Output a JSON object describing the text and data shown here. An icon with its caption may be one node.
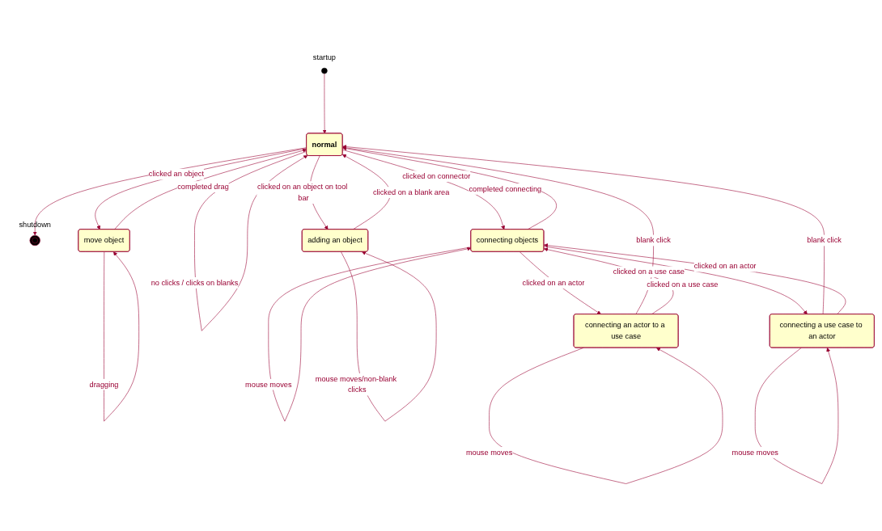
{
  "diagram": {
    "nodes": [
      {
        "text": [],
        "shape": "circle",
        "beside": [
          "startup"
        ]
      },
      {
        "text": [],
        "shape": "circle",
        "beside": [
          "shutdown"
        ]
      },
      {
        "text": [
          "move object"
        ]
      },
      {
        "text": [
          "normal"
        ]
      },
      {
        "text": [
          "connecting objects"
        ]
      },
      {
        "text": [
          "adding an object"
        ]
      },
      {
        "text": [
          "connecting an actor to a use case"
        ]
      },
      {
        "text": [
          "connecting a use case to an actor"
        ]
      }
    ],
    "edges": [
      {
        "from": 0,
        "to": 3,
        "arrow": "to"
      },
      {
        "from": 3,
        "to": 1,
        "arrow": "to"
      },
      {
        "from": 3,
        "to": 3,
        "arrow": "to",
        "label": "no clicks / clicks on blanks"
      },
      {
        "from": 2,
        "to": 2,
        "arrow": "to",
        "label": "dragging"
      },
      {
        "from": 3,
        "to": 2,
        "arrow": "to",
        "label": "clicked an object"
      },
      {
        "from": 2,
        "to": 3,
        "arrow": "to",
        "label": "completed drag"
      },
      {
        "from": 3,
        "to": 4,
        "arrow": "to",
        "label": "clicked on connector"
      },
      {
        "from": 4,
        "to": 3,
        "arrow": "to",
        "label": "completed connecting"
      },
      {
        "from": 4,
        "to": 4,
        "arrow": "to",
        "label": "mouse moves"
      },
      {
        "from": 5,
        "to": 5,
        "arrow": "to",
        "label": "mouse moves/non-blank clicks"
      },
      {
        "from": 3,
        "to": 5,
        "arrow": "to",
        "label": "clicked on an object on tool bar"
      },
      {
        "from": 5,
        "to": 3,
        "arrow": "to",
        "label": "clicked on a blank area"
      },
      {
        "from": 6,
        "to": 6,
        "arrow": "to",
        "label": "mouse moves"
      },
      {
        "from": 6,
        "to": 3,
        "arrow": "to",
        "label": "blank click"
      },
      {
        "from": 7,
        "to": 7,
        "arrow": "to",
        "label": "mouse moves"
      },
      {
        "from": 7,
        "to": 3,
        "arrow": "to",
        "label": "blank click"
      },
      {
        "from": 4,
        "to": 6,
        "arrow": "to",
        "label": "clicked on an actor"
      },
      {
        "from": 6,
        "to": 4,
        "arrow": "to",
        "label": "clicked on a use case"
      },
      {
        "from": 4,
        "to": 7,
        "arrow": "to",
        "label": "clicked on a use case"
      },
      {
        "from": 7,
        "to": 4,
        "arrow": "to",
        "label": "clicked on an actor"
      }
    ]
  }
}
